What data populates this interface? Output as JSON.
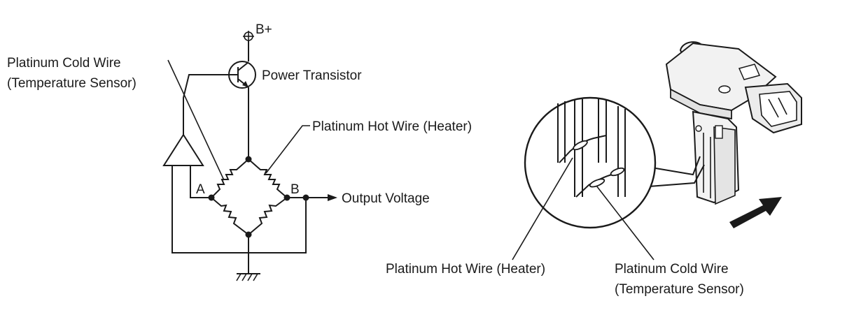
{
  "left_circuit": {
    "supply_label": "B+",
    "transistor_label": "Power Transistor",
    "cold_wire_line1": "Platinum Cold Wire",
    "cold_wire_line2": "(Temperature Sensor)",
    "hot_wire_label": "Platinum Hot Wire (Heater)",
    "node_a_label": "A",
    "node_b_label": "B",
    "output_label": "Output Voltage"
  },
  "right_sensor": {
    "hot_wire_label": "Platinum Hot Wire (Heater)",
    "cold_wire_line1": "Platinum Cold Wire",
    "cold_wire_line2": "(Temperature Sensor)"
  },
  "colors": {
    "line": "#1a1a1a",
    "background": "#ffffff",
    "sensor_body": "#f2f2f2"
  }
}
